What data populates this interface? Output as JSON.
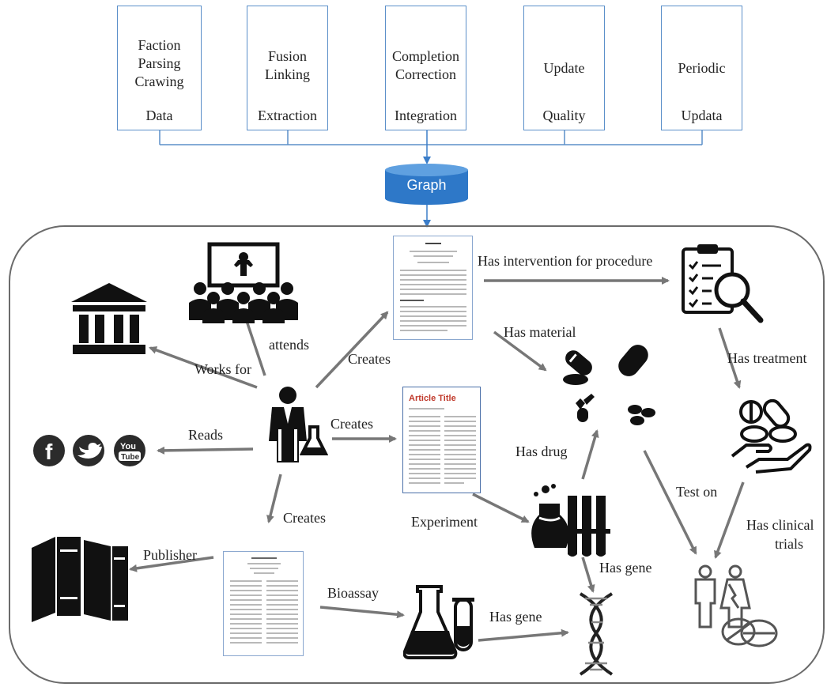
{
  "pipeline": {
    "boxes": [
      {
        "top": [
          "Faction",
          "Parsing",
          "Crawing"
        ],
        "bottom": "Data"
      },
      {
        "top": [
          "Fusion",
          "Linking"
        ],
        "bottom": "Extraction"
      },
      {
        "top": [
          "Completion",
          "Correction"
        ],
        "bottom": "Integration"
      },
      {
        "top": [
          "Update"
        ],
        "bottom": "Quality"
      },
      {
        "top": [
          "Periodic"
        ],
        "bottom": "Updata"
      }
    ],
    "graph_label": "Graph"
  },
  "relations": {
    "attends": "attends",
    "works_for": "Works for",
    "creates_1": "Creates",
    "creates_2": "Creates",
    "creates_3": "Creates",
    "reads": "Reads",
    "publisher": "Publisher",
    "bioassay": "Bioassay",
    "has_gene_1": "Has gene",
    "has_gene_2": "Has gene",
    "experiment": "Experiment",
    "has_drug": "Has drug",
    "has_material": "Has material",
    "has_intervention": "Has intervention for procedure",
    "has_treatment": "Has treatment",
    "test_on": "Test on",
    "has_clinical_trials_1": "Has clinical",
    "has_clinical_trials_2": "trials"
  },
  "article": {
    "title": "Article Title"
  },
  "colors": {
    "box_border": "#5b8fc9",
    "arrow": "#777777",
    "graph_fill": "#2e78c8",
    "panel_border": "#6b6b6b"
  }
}
